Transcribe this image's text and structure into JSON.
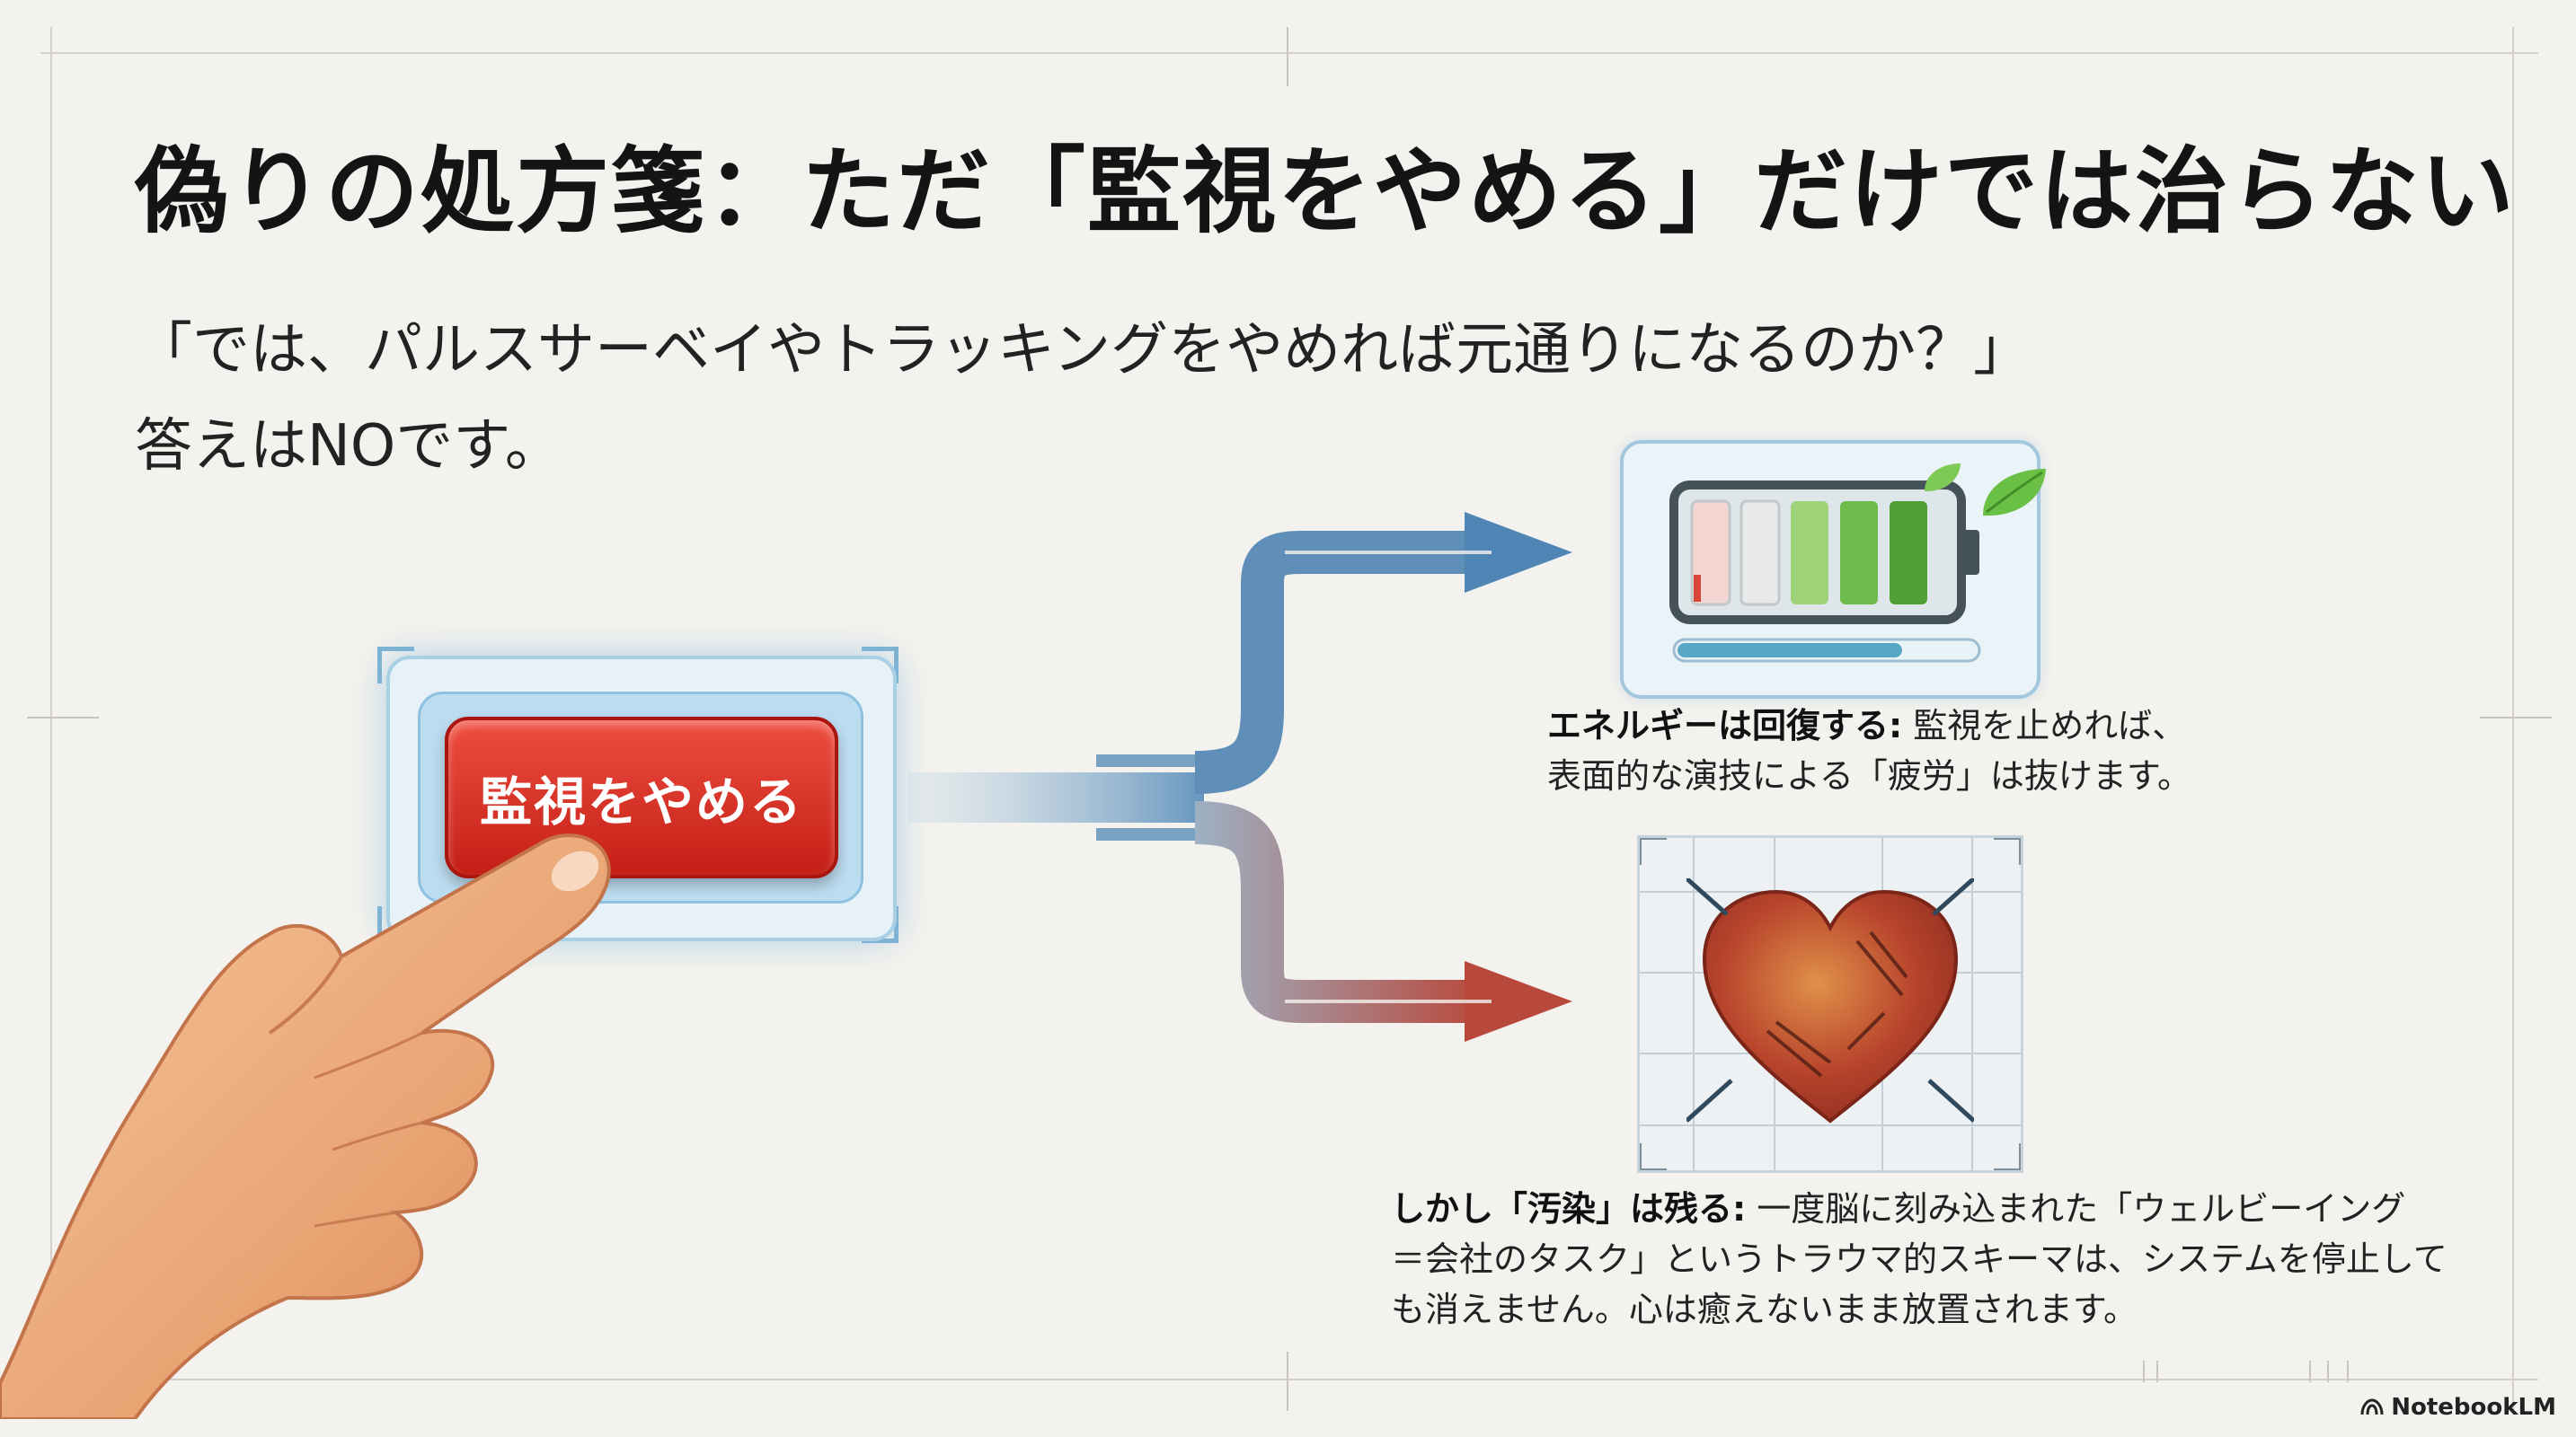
{
  "slide": {
    "title": "偽りの処方箋：ただ「監視をやめる」だけでは治らない",
    "subtitle_line1": "「では、パルスサーベイやトラッキングをやめれば元通りになるのか？」",
    "subtitle_line2": "答えはNOです。"
  },
  "button": {
    "label": "監視をやめる"
  },
  "outcome_energy": {
    "heading": "エネルギーは回復する:",
    "text_line1": "監視を止めれば、",
    "text_line2": "表面的な演技による「疲労」は抜けます。"
  },
  "outcome_contamination": {
    "heading": "しかし「汚染」は残る:",
    "text_line1": "一度脳に刻み込まれた「ウェルビーイング",
    "text_line2": "＝会社のタスク」というトラウマ的スキーマは、システムを停止して",
    "text_line3": "も消えません。心は癒えないまま放置されます。"
  },
  "icons": [
    "pointing-hand-icon",
    "battery-icon",
    "leaf-icon",
    "heart-icon",
    "arrow-icon",
    "notebooklm-logo-icon"
  ],
  "colors": {
    "background": "#f4f2ee",
    "button_red": "#d9302a",
    "arrow_blue": "#4f86b6",
    "arrow_red": "#b9483c",
    "battery_green": "#59b043"
  },
  "brand": {
    "name": "NotebookLM"
  }
}
